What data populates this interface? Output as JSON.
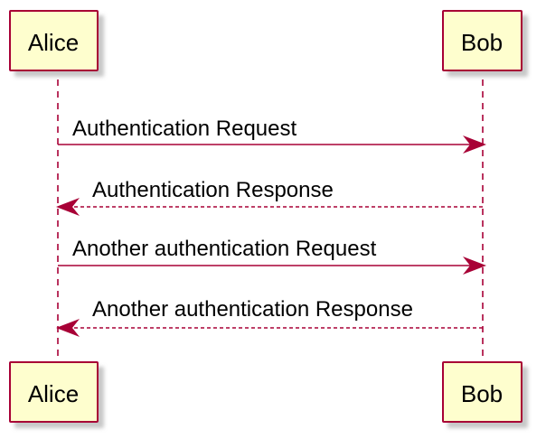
{
  "participants": [
    {
      "id": "alice",
      "label": "Alice"
    },
    {
      "id": "bob",
      "label": "Bob"
    }
  ],
  "messages": [
    {
      "from": "alice",
      "to": "bob",
      "label": "Authentication Request",
      "style": "solid"
    },
    {
      "from": "bob",
      "to": "alice",
      "label": "Authentication Response",
      "style": "dashed"
    },
    {
      "from": "alice",
      "to": "bob",
      "label": "Another authentication Request",
      "style": "solid"
    },
    {
      "from": "bob",
      "to": "alice",
      "label": "Another authentication Response",
      "style": "dashed"
    }
  ],
  "colors": {
    "box_fill": "#FEFECE",
    "box_border": "#A80036",
    "arrow": "#A80036",
    "shadow": "#C2C2C2"
  }
}
